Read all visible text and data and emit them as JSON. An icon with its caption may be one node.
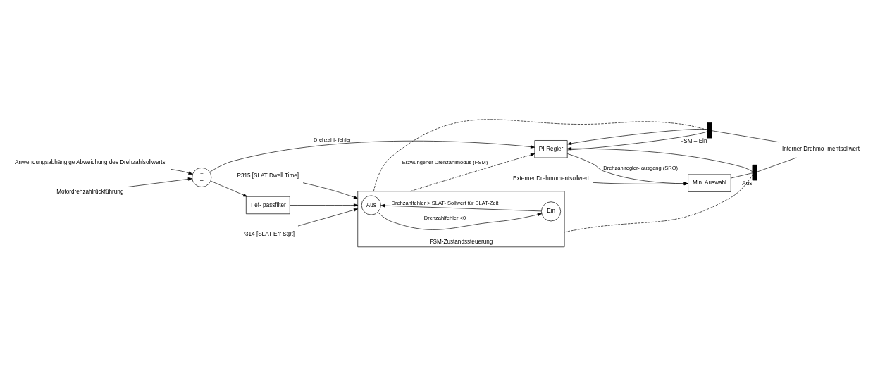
{
  "diagram": {
    "nodes": [
      {
        "text": [
          "P314 [SLAT Err Stpt]"
        ]
      },
      {
        "text": [
          "P315 [SLAT Dwell Time]"
        ]
      },
      {
        "text": [
          "Tief- passfilter"
        ]
      },
      {
        "text": [
          "FSM-Zustandssteuerung"
        ]
      },
      {
        "text": [
          "Aus"
        ],
        "in": 3
      },
      {
        "text": [
          "Ein"
        ],
        "in": 3
      },
      {
        "text": [
          "Anwendungsabhängige Abweichung des Drehzahlsollwerts"
        ]
      },
      {
        "text": [
          "+",
          "–"
        ]
      },
      {
        "text": [
          "Motordrehzahlrückführung"
        ]
      },
      {
        "text": [
          "Externer Drehmomentsollwert"
        ]
      },
      {
        "text": [
          "PI-Regler"
        ]
      },
      {
        "text": [
          "Min. Auswahl"
        ]
      },
      {
        "text": [
          "Interner Drehmo- mentsollwert"
        ]
      },
      {
        "text": [],
        "shape": "bar",
        "beside": [
          "FSM – Ein"
        ]
      },
      {
        "text": [],
        "shape": "bar",
        "beside": [
          "Aus"
        ]
      }
    ],
    "edges": [
      {
        "from": 0,
        "to": 3,
        "arrow": "to"
      },
      {
        "from": 1,
        "to": 3,
        "arrow": "to"
      },
      {
        "from": 2,
        "to": 3,
        "arrow": "to"
      },
      {
        "from": 4,
        "to": 5,
        "arrow": "to",
        "label": "Drehzahlfehler <0"
      },
      {
        "from": 5,
        "to": 4,
        "arrow": "to",
        "label": "Drehzahlfehler > SLAT- Sollwert für SLAT-Zeit"
      },
      {
        "from": 6,
        "to": 7,
        "arrow": "to"
      },
      {
        "from": 8,
        "to": 7,
        "arrow": "to"
      },
      {
        "from": 7,
        "to": 2,
        "arrow": "to"
      },
      {
        "from": 7,
        "to": 10,
        "arrow": "to",
        "label": "Drehzahl- fehler"
      },
      {
        "from": 3,
        "to": 10,
        "arrow": "to",
        "style": "dashed",
        "label": "Erzwungener Drehzahlmodus (FSM)"
      },
      {
        "from": 3,
        "to": 13,
        "arrow": "none",
        "style": "dashed"
      },
      {
        "from": 3,
        "to": 14,
        "arrow": "none",
        "style": "dashed"
      },
      {
        "from": 10,
        "to": 11,
        "arrow": "to",
        "label": "Drehzahlregler- ausgang (SRO)"
      },
      {
        "from": 10,
        "to": 13,
        "arrow": "none"
      },
      {
        "from": 9,
        "to": 11,
        "arrow": "to"
      },
      {
        "from": 11,
        "to": 14,
        "arrow": "none"
      },
      {
        "from": 13,
        "to": 12,
        "arrow": "none"
      },
      {
        "from": 14,
        "to": 12,
        "arrow": "none"
      },
      {
        "from": 13,
        "to": 10,
        "arrow": "to"
      },
      {
        "from": 14,
        "to": 10,
        "arrow": "to"
      }
    ]
  }
}
